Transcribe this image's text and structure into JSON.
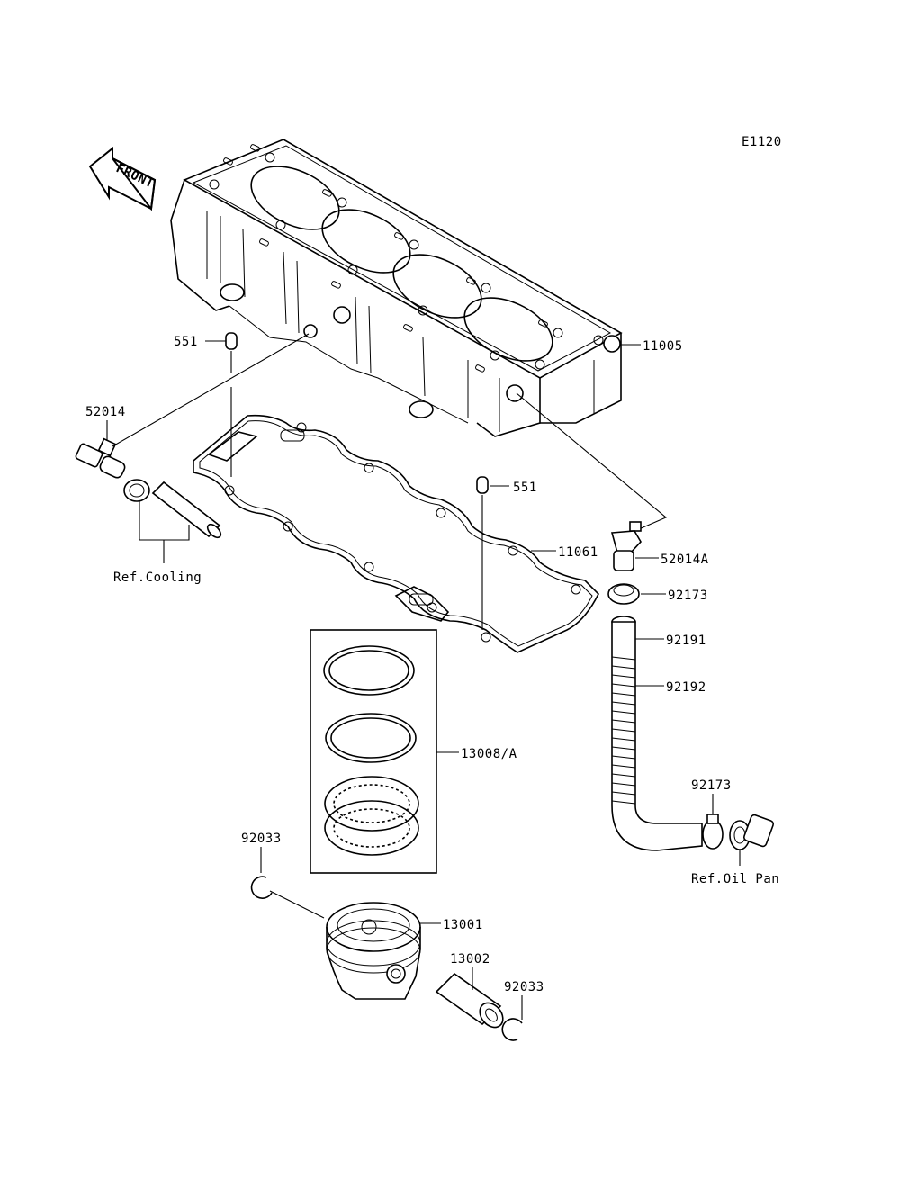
{
  "diagram_code": "E1120",
  "front_arrow": {
    "label": "FRONT",
    "icon": "front-arrow-icon"
  },
  "parts": {
    "p11005": "11005",
    "p551_top": "551",
    "p551_bottom": "551",
    "p52014": "52014",
    "p52014A": "52014A",
    "p11061": "11061",
    "p92173_top": "92173",
    "p92191": "92191",
    "p92192": "92192",
    "p13008A": "13008/A",
    "p92173_bottom": "92173",
    "p92033_left": "92033",
    "p13001": "13001",
    "p13002": "13002",
    "p92033_right": "92033"
  },
  "references": {
    "cooling": "Ref.Cooling",
    "oil_pan": "Ref.Oil Pan"
  }
}
